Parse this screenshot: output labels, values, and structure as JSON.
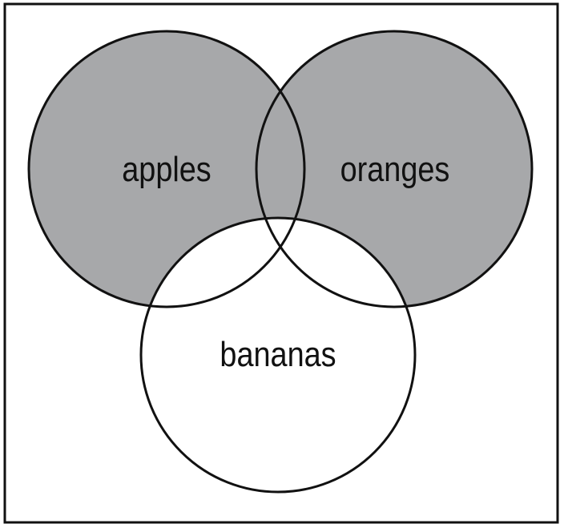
{
  "diagram": {
    "type": "venn",
    "sets": [
      {
        "id": "apples",
        "label": "apples",
        "shaded": true
      },
      {
        "id": "oranges",
        "label": "oranges",
        "shaded": true
      },
      {
        "id": "bananas",
        "label": "bananas",
        "shaded": false
      }
    ],
    "colors": {
      "shade": "#a7a8aa",
      "outline": "#111111",
      "background": "#ffffff"
    }
  }
}
